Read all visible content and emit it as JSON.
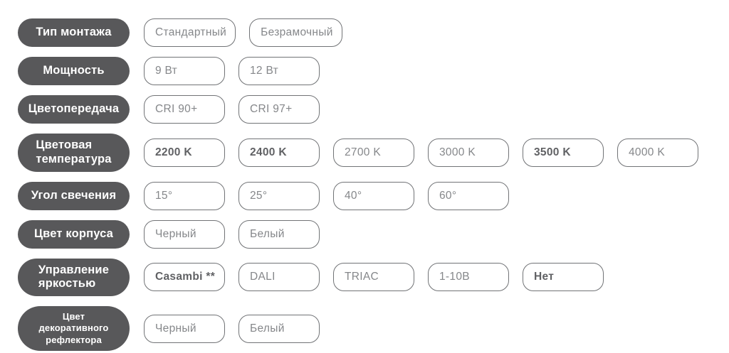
{
  "configurator": {
    "rows": [
      {
        "label": "Тип монтажа",
        "options": [
          {
            "text": "Стандартный",
            "dark": false
          },
          {
            "text": "Безрамочный",
            "dark": false
          }
        ]
      },
      {
        "label": "Мощность",
        "options": [
          {
            "text": "9 Вт",
            "dark": false
          },
          {
            "text": "12 Вт",
            "dark": false
          }
        ]
      },
      {
        "label": "Цветопередача",
        "options": [
          {
            "text": "CRI 90+",
            "dark": false
          },
          {
            "text": "CRI 97+",
            "dark": false
          }
        ]
      },
      {
        "label": "Цветовая\nтемпература",
        "options": [
          {
            "text": "2200 K",
            "dark": true
          },
          {
            "text": "2400 K",
            "dark": true
          },
          {
            "text": "2700 K",
            "dark": false
          },
          {
            "text": "3000 K",
            "dark": false
          },
          {
            "text": "3500 K",
            "dark": true
          },
          {
            "text": "4000 K",
            "dark": false
          }
        ]
      },
      {
        "label": "Угол свечения",
        "options": [
          {
            "text": "15°",
            "dark": false
          },
          {
            "text": "25°",
            "dark": false
          },
          {
            "text": "40°",
            "dark": false
          },
          {
            "text": "60°",
            "dark": false
          }
        ]
      },
      {
        "label": "Цвет корпуса",
        "options": [
          {
            "text": "Черный",
            "dark": false
          },
          {
            "text": "Белый",
            "dark": false
          }
        ]
      },
      {
        "label": "Управление\nяркостью",
        "options": [
          {
            "text": "Casambi **",
            "dark": true
          },
          {
            "text": "DALI",
            "dark": false
          },
          {
            "text": "TRIAC",
            "dark": false
          },
          {
            "text": "1-10В",
            "dark": false
          },
          {
            "text": "Нет",
            "dark": true
          }
        ]
      },
      {
        "label": "Цвет\nдекоративного\nрефлектора",
        "small_label": true,
        "options": [
          {
            "text": "Черный",
            "dark": false
          },
          {
            "text": "Белый",
            "dark": false
          }
        ]
      }
    ],
    "colors": {
      "label_bg": "#58585a",
      "label_text": "#ffffff",
      "option_border": "#717376",
      "option_text": "#85878a",
      "option_text_dark": "#606164"
    }
  }
}
